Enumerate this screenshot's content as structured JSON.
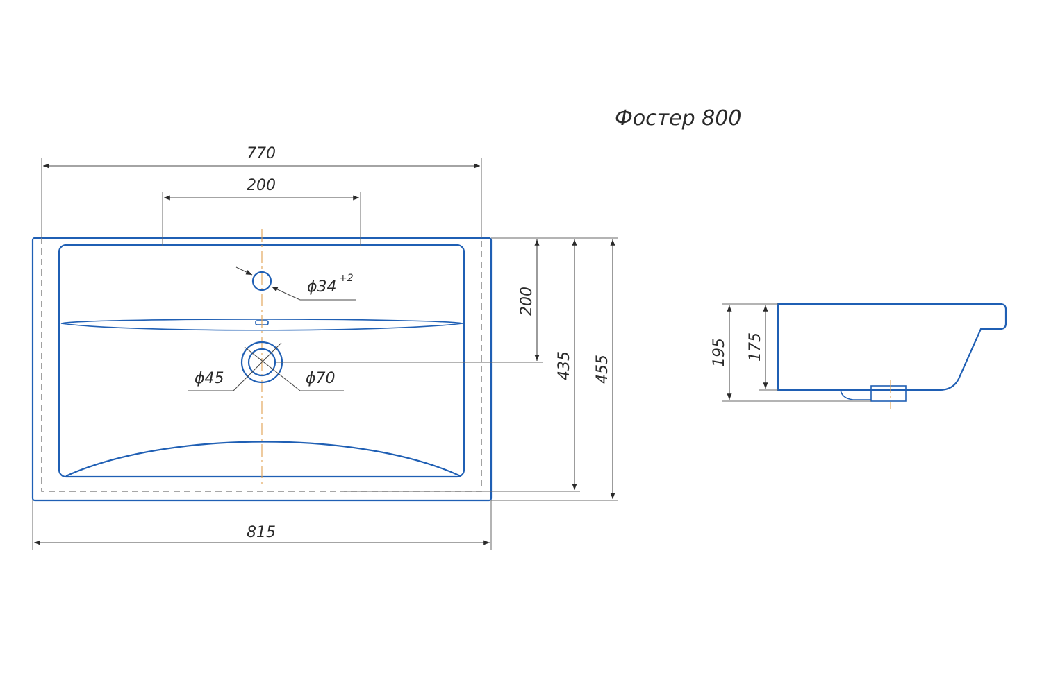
{
  "title": "Фостер 800",
  "dimensions": {
    "width_overall": "815",
    "width_inner": "770",
    "tap_hole_spacing": "200",
    "tap_hole_offset": "200",
    "depth_inner": "435",
    "depth_overall": "455",
    "height_overall": "195",
    "height_bowl": "175"
  },
  "holes": {
    "tap_hole_diameter": "ϕ34",
    "tap_hole_tolerance": "+2",
    "drain_inner_diameter": "ϕ45",
    "drain_outer_diameter": "ϕ70"
  },
  "colors": {
    "outline": "#1f5fb4",
    "dimension": "#4a4a4a",
    "axis": "#e0a050"
  }
}
